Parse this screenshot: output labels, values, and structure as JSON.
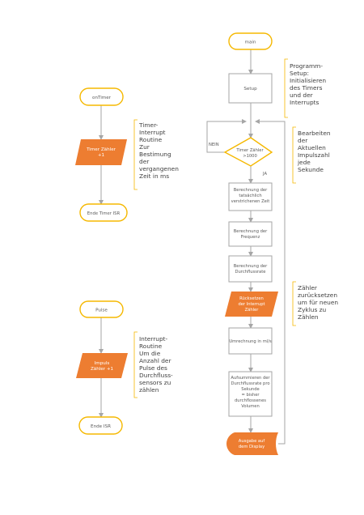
{
  "colors": {
    "terminal_stroke": "#F5B800",
    "box_stroke": "#A6A6A6",
    "box_fill": "#FFFFFF",
    "io_fill": "#ED7D31",
    "io_text": "#FFFFFF",
    "line": "#A6A6A6",
    "text": "#595959",
    "bracket": "#F5B800",
    "note_text": "#404040"
  },
  "left_timer": {
    "start": "onTimer",
    "io": [
      "Timer Zähler",
      "+1"
    ],
    "end": "Ende Timer ISR",
    "note": [
      "Timer-",
      "Interrupt",
      "Routine",
      "Zur",
      "Bestimung",
      "der",
      "vergangenen",
      "Zeit in ms"
    ]
  },
  "left_pulse": {
    "start": "Pulse",
    "io": [
      "Impuls",
      "Zähler +1"
    ],
    "end": "Ende ISR",
    "note": [
      "Interrupt-",
      "Routine",
      "Um die",
      "Anzahl der",
      "Pulse des",
      "Durchfluss-",
      "sensors zu",
      "zählen"
    ]
  },
  "main": {
    "start": "main",
    "setup": "Setup",
    "decision": [
      "Timer Zähler",
      ">1000"
    ],
    "no_label": "NEIN",
    "yes_label": "JA",
    "step1": [
      "Berechnung der",
      "tatsächlich",
      "verstrichenen Zeit"
    ],
    "step2": [
      "Berechnung der",
      "Frequenz"
    ],
    "step3": [
      "Berechnung der",
      "Durchflussrate"
    ],
    "reset": [
      "Rücksetzen",
      "der Interrupt",
      "Zähler"
    ],
    "convert": "Umrechnung in ml/s",
    "sum": [
      "Aufsummieren der",
      "Durchflussrate pro",
      "Sekunde",
      "= bisher",
      "durchflossenes",
      "Volumen"
    ],
    "display": [
      "Ausgabe auf",
      "dem Display"
    ],
    "note_setup": [
      "Programm-",
      "Setup:",
      "Initialisieren",
      "des Timers",
      "und der",
      "Interrupts"
    ],
    "note_loop": [
      "Bearbeiten",
      "der",
      "Aktuellen",
      "Impulszahl",
      "jede",
      "Sekunde"
    ],
    "note_reset": [
      "Zähler",
      "zurücksetzen",
      "um für neuen",
      "Zyklus zu",
      "Zählen"
    ]
  }
}
